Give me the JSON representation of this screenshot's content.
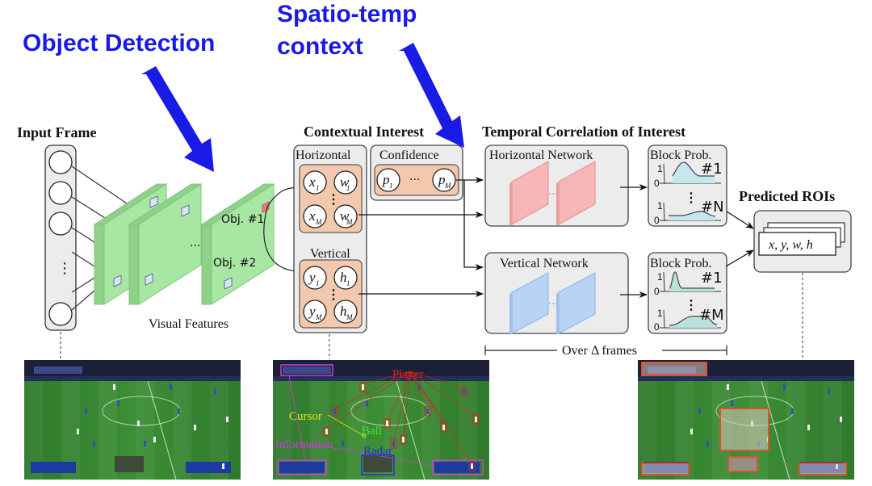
{
  "annotations": {
    "object_detection": "Object Detection",
    "spatio_temp_line1": "Spatio-temp",
    "spatio_temp_line2": "context",
    "arrow_color": "#1a1ae6"
  },
  "input_frame": {
    "title": "Input Frame",
    "ellipsis": "⋮"
  },
  "visual_features": {
    "label": "Visual Features",
    "ellipsis": "...",
    "obj1": "Obj. #1",
    "obj2": "Obj. #2",
    "color": "#a8e6a3"
  },
  "contextual_interest": {
    "title": "Contextual Interest",
    "horizontal": {
      "label": "Horizontal",
      "nodes": [
        {
          "var": "x",
          "sub": "1"
        },
        {
          "var": "w",
          "sub": "1"
        },
        {
          "var": "x",
          "sub": "M"
        },
        {
          "var": "w",
          "sub": "M"
        }
      ],
      "ellipsis": "⋮"
    },
    "vertical": {
      "label": "Vertical",
      "nodes": [
        {
          "var": "y",
          "sub": "1"
        },
        {
          "var": "h",
          "sub": "1"
        },
        {
          "var": "y",
          "sub": "M"
        },
        {
          "var": "h",
          "sub": "M"
        }
      ],
      "ellipsis": "⋮"
    },
    "confidence": {
      "label": "Confidence",
      "nodes": [
        {
          "var": "p",
          "sub": "1"
        },
        {
          "var": "p",
          "sub": "M"
        }
      ],
      "ellipsis": "···"
    },
    "fill_color": "#f2c9ac"
  },
  "temporal_correlation": {
    "title": "Temporal Correlation of Interest",
    "horizontal_network": {
      "label": "Horizontal Network",
      "color": "#f7b6b6"
    },
    "vertical_network": {
      "label": "Vertical Network",
      "color": "#b9d3f5"
    },
    "block_prob_h": {
      "label": "Block Prob.",
      "tick_1": "1",
      "tick_0": "0",
      "first": "#1",
      "last": "#N",
      "ellipsis": "⋮"
    },
    "block_prob_v": {
      "label": "Block Prob.",
      "tick_1": "1",
      "tick_0": "0",
      "first": "#1",
      "last": "#M",
      "ellipsis": "⋮"
    },
    "over_frames": "Over Δ frames"
  },
  "predicted_rois": {
    "title": "Predicted ROIs",
    "value": "x, y, w, h"
  },
  "scenes": {
    "middle_labels": {
      "player": "Player",
      "cursor": "Cursor",
      "ball": "Ball",
      "information": "Information",
      "radar": "Radar"
    },
    "label_colors": {
      "player": "#e0201a",
      "cursor": "#d8e61a",
      "ball": "#3ee63a",
      "information": "#d23ad8",
      "radar": "#2a2ae0"
    }
  }
}
